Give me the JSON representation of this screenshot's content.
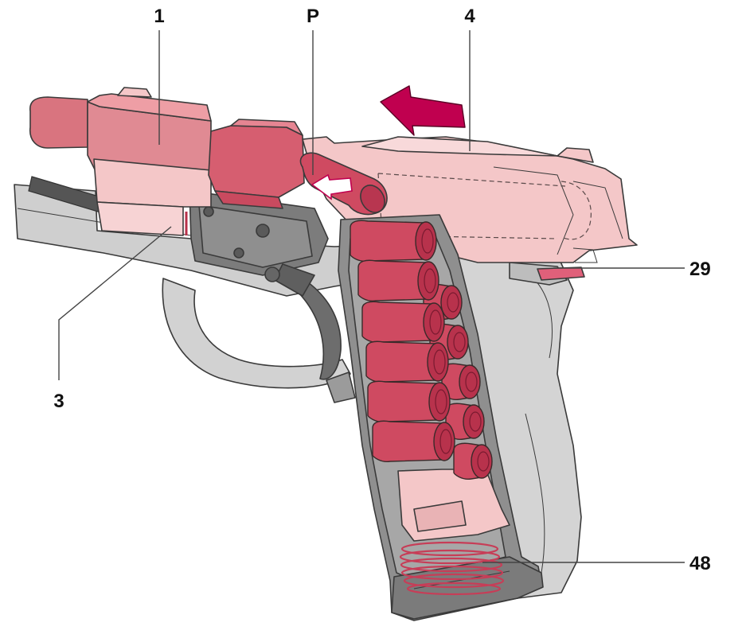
{
  "callouts": {
    "barrel": "1",
    "slide": "4",
    "cartridge": "P",
    "recoil_spring": "3",
    "slide_stop": "29",
    "magazine_spring": "48"
  },
  "colors": {
    "barrel": "#d9747f",
    "slide": "#f4c7c8",
    "cartridge": "#cf4a61",
    "frame": "#cccccc",
    "frame_dark": "#9a9a9a",
    "magazine": "#8f8f8f",
    "arrow": "#c0004f"
  }
}
